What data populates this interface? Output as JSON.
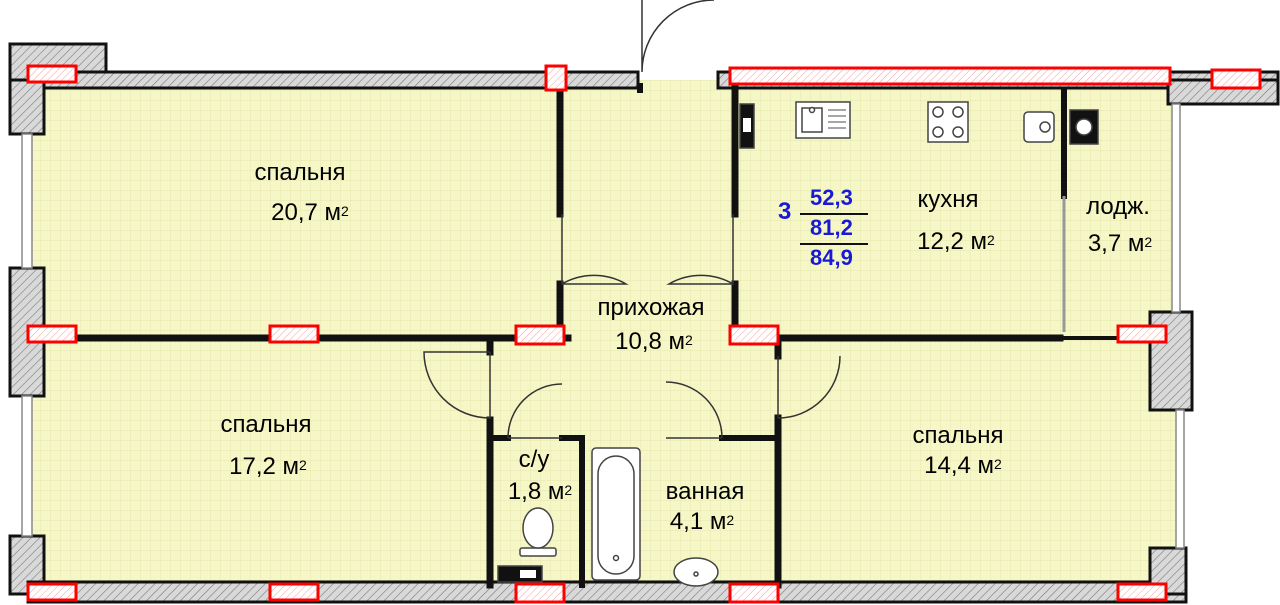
{
  "plan": {
    "rooms_count": "3",
    "area_living": "52,3",
    "area_total": "81,2",
    "area_with_loggia": "84,9",
    "area_unit": "м",
    "area_exp": "2",
    "colors": {
      "floor": "#f6f7c6",
      "wall": "#1a1a1a",
      "window_marker": "#ff0000",
      "figures": "#1a1ad6"
    },
    "rooms": [
      {
        "id": "bedroom1",
        "name": "спальня",
        "area": "20,7"
      },
      {
        "id": "kitchen",
        "name": "кухня",
        "area": "12,2"
      },
      {
        "id": "loggia",
        "name": "лодж.",
        "area": "3,7"
      },
      {
        "id": "hall",
        "name": "прихожая",
        "area": "10,8"
      },
      {
        "id": "bedroom2",
        "name": "спальня",
        "area": "17,2"
      },
      {
        "id": "wc",
        "name": "с/у",
        "area": "1,8"
      },
      {
        "id": "bathroom",
        "name": "ванная",
        "area": "4,1"
      },
      {
        "id": "bedroom3",
        "name": "спальня",
        "area": "14,4"
      }
    ]
  }
}
